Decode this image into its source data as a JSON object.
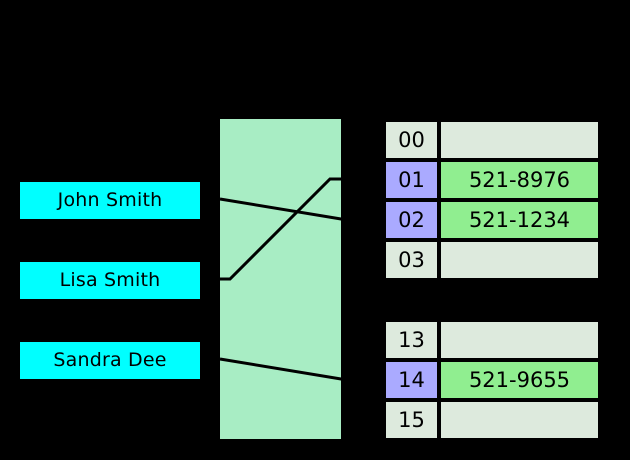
{
  "diagram": {
    "title": "hash-table-diagram",
    "colors": {
      "background": "#000000",
      "key_box": "#00FFFF",
      "hash_function_box": "#A8EDC4",
      "index_empty": "#DDEADD",
      "index_filled": "#AAAAFF",
      "value_empty": "#DDEADD",
      "value_filled": "#90EE90",
      "line": "#000000"
    }
  },
  "keys": [
    {
      "label": "John Smith"
    },
    {
      "label": "Lisa Smith"
    },
    {
      "label": "Sandra Dee"
    }
  ],
  "hash_function": {
    "label": ""
  },
  "tables": [
    {
      "name": "upper-bucket-table",
      "rows": [
        {
          "index": "00",
          "value": "",
          "index_filled": false,
          "value_filled": false
        },
        {
          "index": "01",
          "value": "521-8976",
          "index_filled": true,
          "value_filled": true
        },
        {
          "index": "02",
          "value": "521-1234",
          "index_filled": true,
          "value_filled": true
        },
        {
          "index": "03",
          "value": "",
          "index_filled": false,
          "value_filled": false
        }
      ]
    },
    {
      "name": "lower-bucket-table",
      "rows": [
        {
          "index": "13",
          "value": "",
          "index_filled": false,
          "value_filled": false
        },
        {
          "index": "14",
          "value": "521-9655",
          "index_filled": true,
          "value_filled": true
        },
        {
          "index": "15",
          "value": "",
          "index_filled": false,
          "value_filled": false
        }
      ]
    }
  ],
  "connectors": [
    {
      "from_key": "John Smith",
      "to_index": "02"
    },
    {
      "from_key": "Lisa Smith",
      "to_index": "01"
    },
    {
      "from_key": "Sandra Dee",
      "to_index": "14"
    }
  ]
}
